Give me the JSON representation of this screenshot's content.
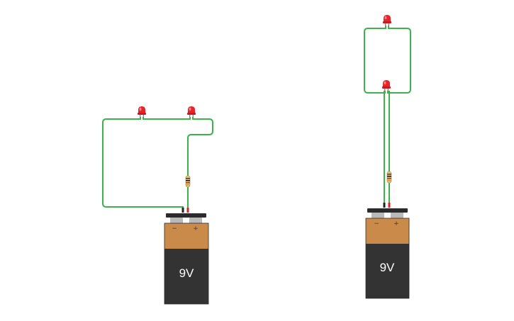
{
  "workspace": {
    "background": "#ffffff"
  },
  "colors": {
    "wire": "#3bb34a",
    "led_body": "#e8232a",
    "led_highlight": "#ff8a8a",
    "battery_top": "#2b2b2b",
    "battery_copper": "#c98a4a",
    "battery_body": "#333333",
    "terminal": "#b9b9b9",
    "probe_red": "#d9232a",
    "probe_black": "#222222"
  },
  "circuits": [
    {
      "name": "circuit-left",
      "battery": {
        "label": "9V",
        "minus": "−",
        "plus": "+"
      },
      "leds": 2,
      "resistor": true
    },
    {
      "name": "circuit-right",
      "battery": {
        "label": "9V",
        "minus": "−",
        "plus": "+"
      },
      "leds": 2,
      "resistor": true
    }
  ]
}
